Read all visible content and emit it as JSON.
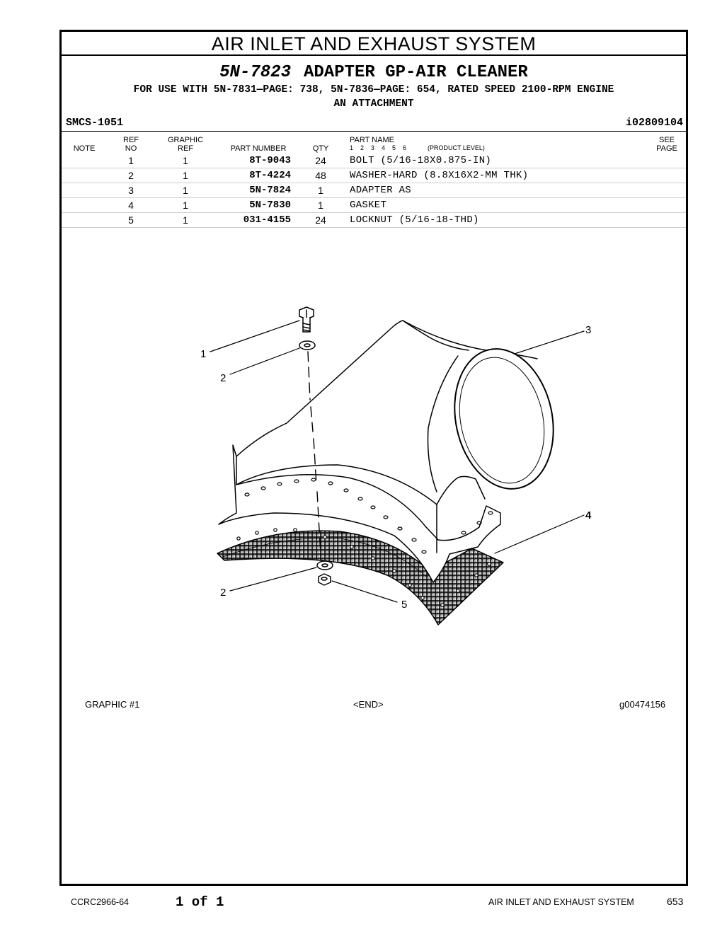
{
  "system_title": "AIR INLET AND EXHAUST SYSTEM",
  "group": {
    "part_number": "5N-7823",
    "name": "ADAPTER GP-AIR CLEANER",
    "use_with_line1": "FOR USE WITH 5N-7831—PAGE: 738, 5N-7836—PAGE: 654, RATED SPEED 2100-RPM ENGINE",
    "use_with_line2": "AN ATTACHMENT"
  },
  "smcs": "SMCS-1051",
  "ident": "i02809104",
  "columns": {
    "note": "NOTE",
    "ref_top": "REF",
    "ref_bottom": "NO",
    "graphic_top": "GRAPHIC",
    "graphic_bottom": "REF",
    "part_number": "PART NUMBER",
    "qty": "QTY",
    "part_name": "PART NAME",
    "levels": "1    2    3    4    5    6",
    "product_level": "(PRODUCT LEVEL)",
    "see_top": "SEE",
    "see_bottom": "PAGE"
  },
  "parts": [
    {
      "ref": "1",
      "graphic": "1",
      "part_number": "8T-9043",
      "qty": "24",
      "name": "BOLT (5/16-18X0.875-IN)"
    },
    {
      "ref": "2",
      "graphic": "1",
      "part_number": "8T-4224",
      "qty": "48",
      "name": "WASHER-HARD (8.8X16X2-MM THK)"
    },
    {
      "ref": "3",
      "graphic": "1",
      "part_number": "5N-7824",
      "qty": "1",
      "name": "ADAPTER AS"
    },
    {
      "ref": "4",
      "graphic": "1",
      "part_number": "5N-7830",
      "qty": "1",
      "name": "GASKET"
    },
    {
      "ref": "5",
      "graphic": "1",
      "part_number": "031-4155",
      "qty": "24",
      "name": "LOCKNUT (5/16-18-THD)"
    }
  ],
  "callouts": [
    "1",
    "2",
    "3",
    "4",
    "2",
    "5"
  ],
  "graphic_footer": {
    "left": "GRAPHIC #1",
    "center": "<END>",
    "right": "g00474156"
  },
  "page_footer": {
    "doc": "CCRC2966-64",
    "pages": "1 of 1",
    "section": "AIR INLET AND EXHAUST SYSTEM",
    "page_no": "653"
  }
}
